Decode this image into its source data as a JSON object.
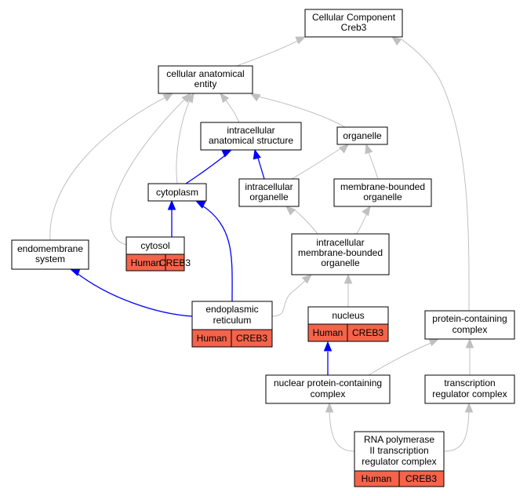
{
  "nodes": {
    "root": {
      "lines": [
        "Cellular Component",
        "Creb3"
      ]
    },
    "cae": {
      "lines": [
        "cellular anatomical",
        "entity"
      ]
    },
    "ias": {
      "lines": [
        "intracellular",
        "anatomical structure"
      ]
    },
    "organelle": {
      "lines": [
        "organelle"
      ]
    },
    "cytoplasm": {
      "lines": [
        "cytoplasm"
      ]
    },
    "io": {
      "lines": [
        "intracellular",
        "organelle"
      ]
    },
    "mbo": {
      "lines": [
        "membrane-bounded",
        "organelle"
      ]
    },
    "cytosol": {
      "lines": [
        "cytosol"
      ],
      "species": "Human",
      "gene": "CREB3"
    },
    "endo": {
      "lines": [
        "endomembrane",
        "system"
      ]
    },
    "imbo": {
      "lines": [
        "intracellular",
        "membrane-bounded",
        "organelle"
      ]
    },
    "er": {
      "lines": [
        "endoplasmic",
        "reticulum"
      ],
      "species": "Human",
      "gene": "CREB3"
    },
    "nucleus": {
      "lines": [
        "nucleus"
      ],
      "species": "Human",
      "gene": "CREB3"
    },
    "pcc": {
      "lines": [
        "protein-containing",
        "complex"
      ]
    },
    "npcc": {
      "lines": [
        "nuclear protein-containing",
        "complex"
      ]
    },
    "trc": {
      "lines": [
        "transcription",
        "regulator complex"
      ]
    },
    "rnap": {
      "lines": [
        "RNA polymerase",
        "II transcription",
        "regulator complex"
      ],
      "species": "Human",
      "gene": "CREB3"
    }
  },
  "colors": {
    "is_a_edge": "#c0c0c0",
    "part_of_edge": "#0000ff",
    "annotation_fill": "#f4634a"
  }
}
